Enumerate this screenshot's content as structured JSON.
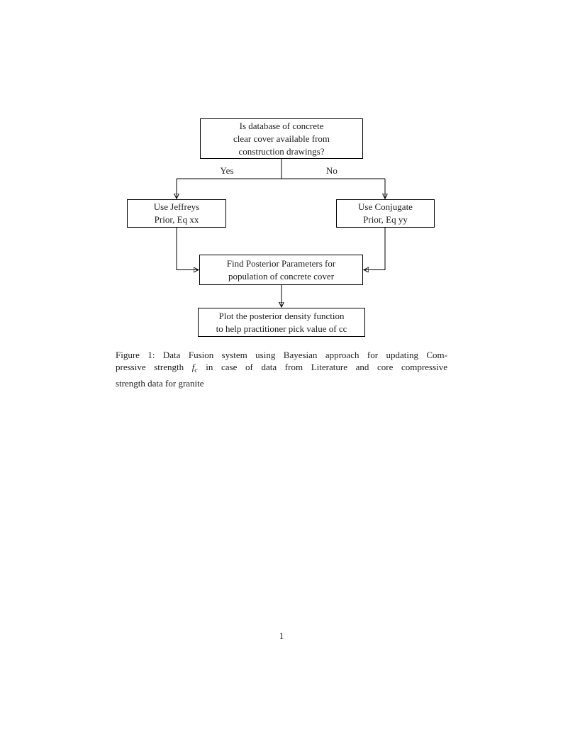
{
  "page": {
    "number": "1"
  },
  "figure": {
    "flowchart": {
      "decision": "Is database of concrete\nclear cover available from\nconstruction drawings?",
      "yes_label": "Yes",
      "no_label": "No",
      "jeffreys": "Use Jeffreys\nPrior, Eq xx",
      "conjugate": "Use Conjugate\nPrior, Eq yy",
      "posterior": "Find Posterior Parameters for\npopulation of concrete cover",
      "plot": "Plot the posterior density function\nto help practitioner pick value of cc"
    },
    "caption": {
      "line1": "Figure 1: Data Fusion system using Bayesian approach for updating Com-",
      "line2_pre": "pressive strength",
      "math_var": "f",
      "math_sub": "c",
      "line2_post": "in case of data from Literature and core compressive",
      "line3": "strength data for granite"
    }
  },
  "colors": {
    "background": "#ffffff",
    "text": "#1c1c1c",
    "line": "#000000"
  }
}
